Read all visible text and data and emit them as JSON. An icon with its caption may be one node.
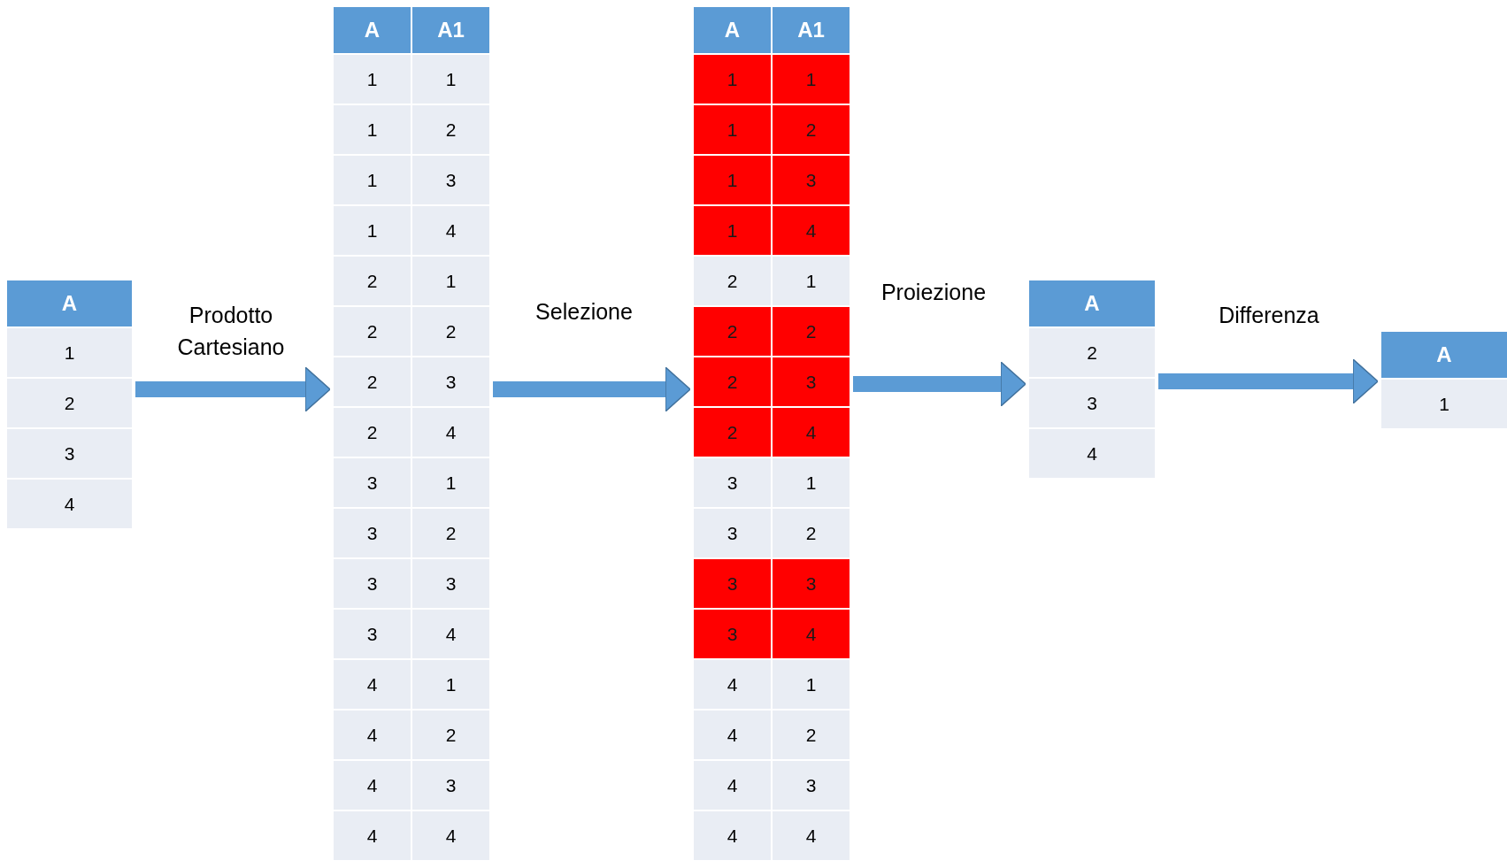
{
  "diagram": {
    "nodes": [
      {
        "text": [
          "A",
          "1",
          "2",
          "3",
          "4"
        ]
      },
      {
        "text": [
          "A",
          "A1",
          "1",
          "1",
          "1",
          "2",
          "1",
          "3",
          "1",
          "4",
          "2",
          "1",
          "2",
          "2",
          "2",
          "3",
          "2",
          "4",
          "3",
          "1",
          "3",
          "2",
          "3",
          "3",
          "3",
          "4",
          "4",
          "1",
          "4",
          "2",
          "4",
          "3",
          "4",
          "4"
        ]
      },
      {
        "text": [
          "A",
          "A1",
          "1",
          "1",
          "1",
          "2",
          "1",
          "3",
          "1",
          "4",
          "2",
          "1",
          "2",
          "2",
          "2",
          "3",
          "2",
          "4",
          "3",
          "1",
          "3",
          "2",
          "3",
          "3",
          "3",
          "4",
          "4",
          "1",
          "4",
          "2",
          "4",
          "3",
          "4",
          "4"
        ]
      },
      {
        "text": [
          "A",
          "2",
          "3",
          "4"
        ]
      },
      {
        "text": [
          "A",
          "1"
        ]
      }
    ],
    "edges": [
      {
        "from": 0,
        "to": 1,
        "arrow": "to",
        "label": "Prodotto Cartesiano"
      },
      {
        "from": 1,
        "to": 2,
        "arrow": "to",
        "label": "Selezione"
      },
      {
        "from": 2,
        "to": 3,
        "arrow": "to",
        "label": "Proiezione"
      },
      {
        "from": 3,
        "to": 4,
        "arrow": "to",
        "label": "Differenza"
      }
    ]
  }
}
